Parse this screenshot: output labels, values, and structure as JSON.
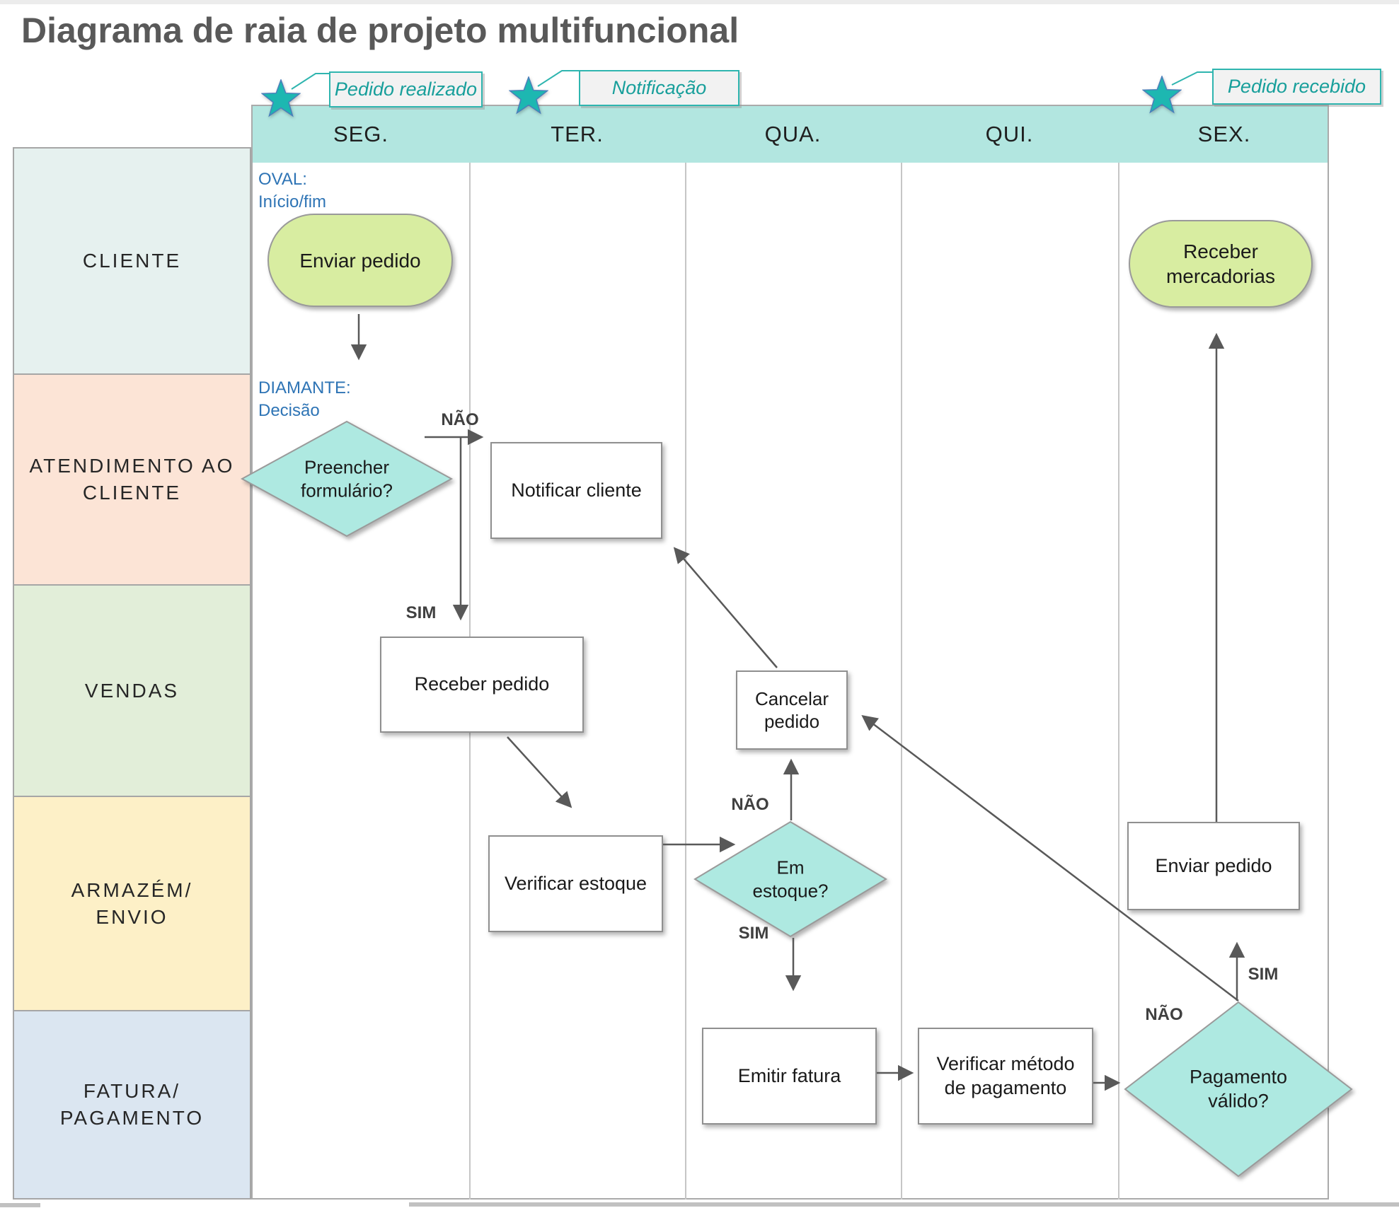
{
  "title": "Diagrama de raia de projeto multifuncional",
  "legend": {
    "items": [
      {
        "label": "Pedido realizado"
      },
      {
        "label": "Notificação"
      },
      {
        "label": "Pedido recebido"
      }
    ]
  },
  "columns": [
    {
      "label": "SEG."
    },
    {
      "label": "TER."
    },
    {
      "label": "QUA."
    },
    {
      "label": "QUI."
    },
    {
      "label": "SEX."
    }
  ],
  "lanes": [
    {
      "label": "CLIENTE",
      "color": "#e6f1ef"
    },
    {
      "label": "ATENDIMENTO AO\nCLIENTE",
      "color": "#fce4d6"
    },
    {
      "label": "VENDAS",
      "color": "#e2eed9"
    },
    {
      "label": "ARMAZÉM/\nENVIO",
      "color": "#fdf0c7"
    },
    {
      "label": "FATURA/\nPAGAMENTO",
      "color": "#dbe6f1"
    }
  ],
  "annotations": {
    "oval": "OVAL:\nInício/fim",
    "diamond": "DIAMANTE:\nDecisão"
  },
  "nodes": {
    "enviar_pedido_oval": "Enviar pedido",
    "preencher_formulario": "Preencher\nformulário?",
    "notificar_cliente": "Notificar cliente",
    "receber_pedido": "Receber pedido",
    "verificar_estoque": "Verificar estoque",
    "em_estoque": "Em\nestoque?",
    "cancelar_pedido": "Cancelar\npedido",
    "emitir_fatura": "Emitir fatura",
    "verificar_metodo": "Verificar método\nde pagamento",
    "pagamento_valido": "Pagamento\nválido?",
    "enviar_pedido_box": "Enviar pedido",
    "receber_mercadorias": "Receber\nmercadorias"
  },
  "flow": {
    "yes_label": "SIM",
    "no_label": "NÃO"
  },
  "colors": {
    "band": "#b2e6e0",
    "star_fill": "#1db7b1",
    "star_stroke": "#4a7ebb",
    "legend_border": "#2fb5af",
    "legend_text": "#189f9b",
    "oval_fill": "#d8eda1",
    "diamond_fill": "#aee9e1",
    "note_blue": "#2e74b5",
    "line": "#595959",
    "title": "#595959"
  }
}
